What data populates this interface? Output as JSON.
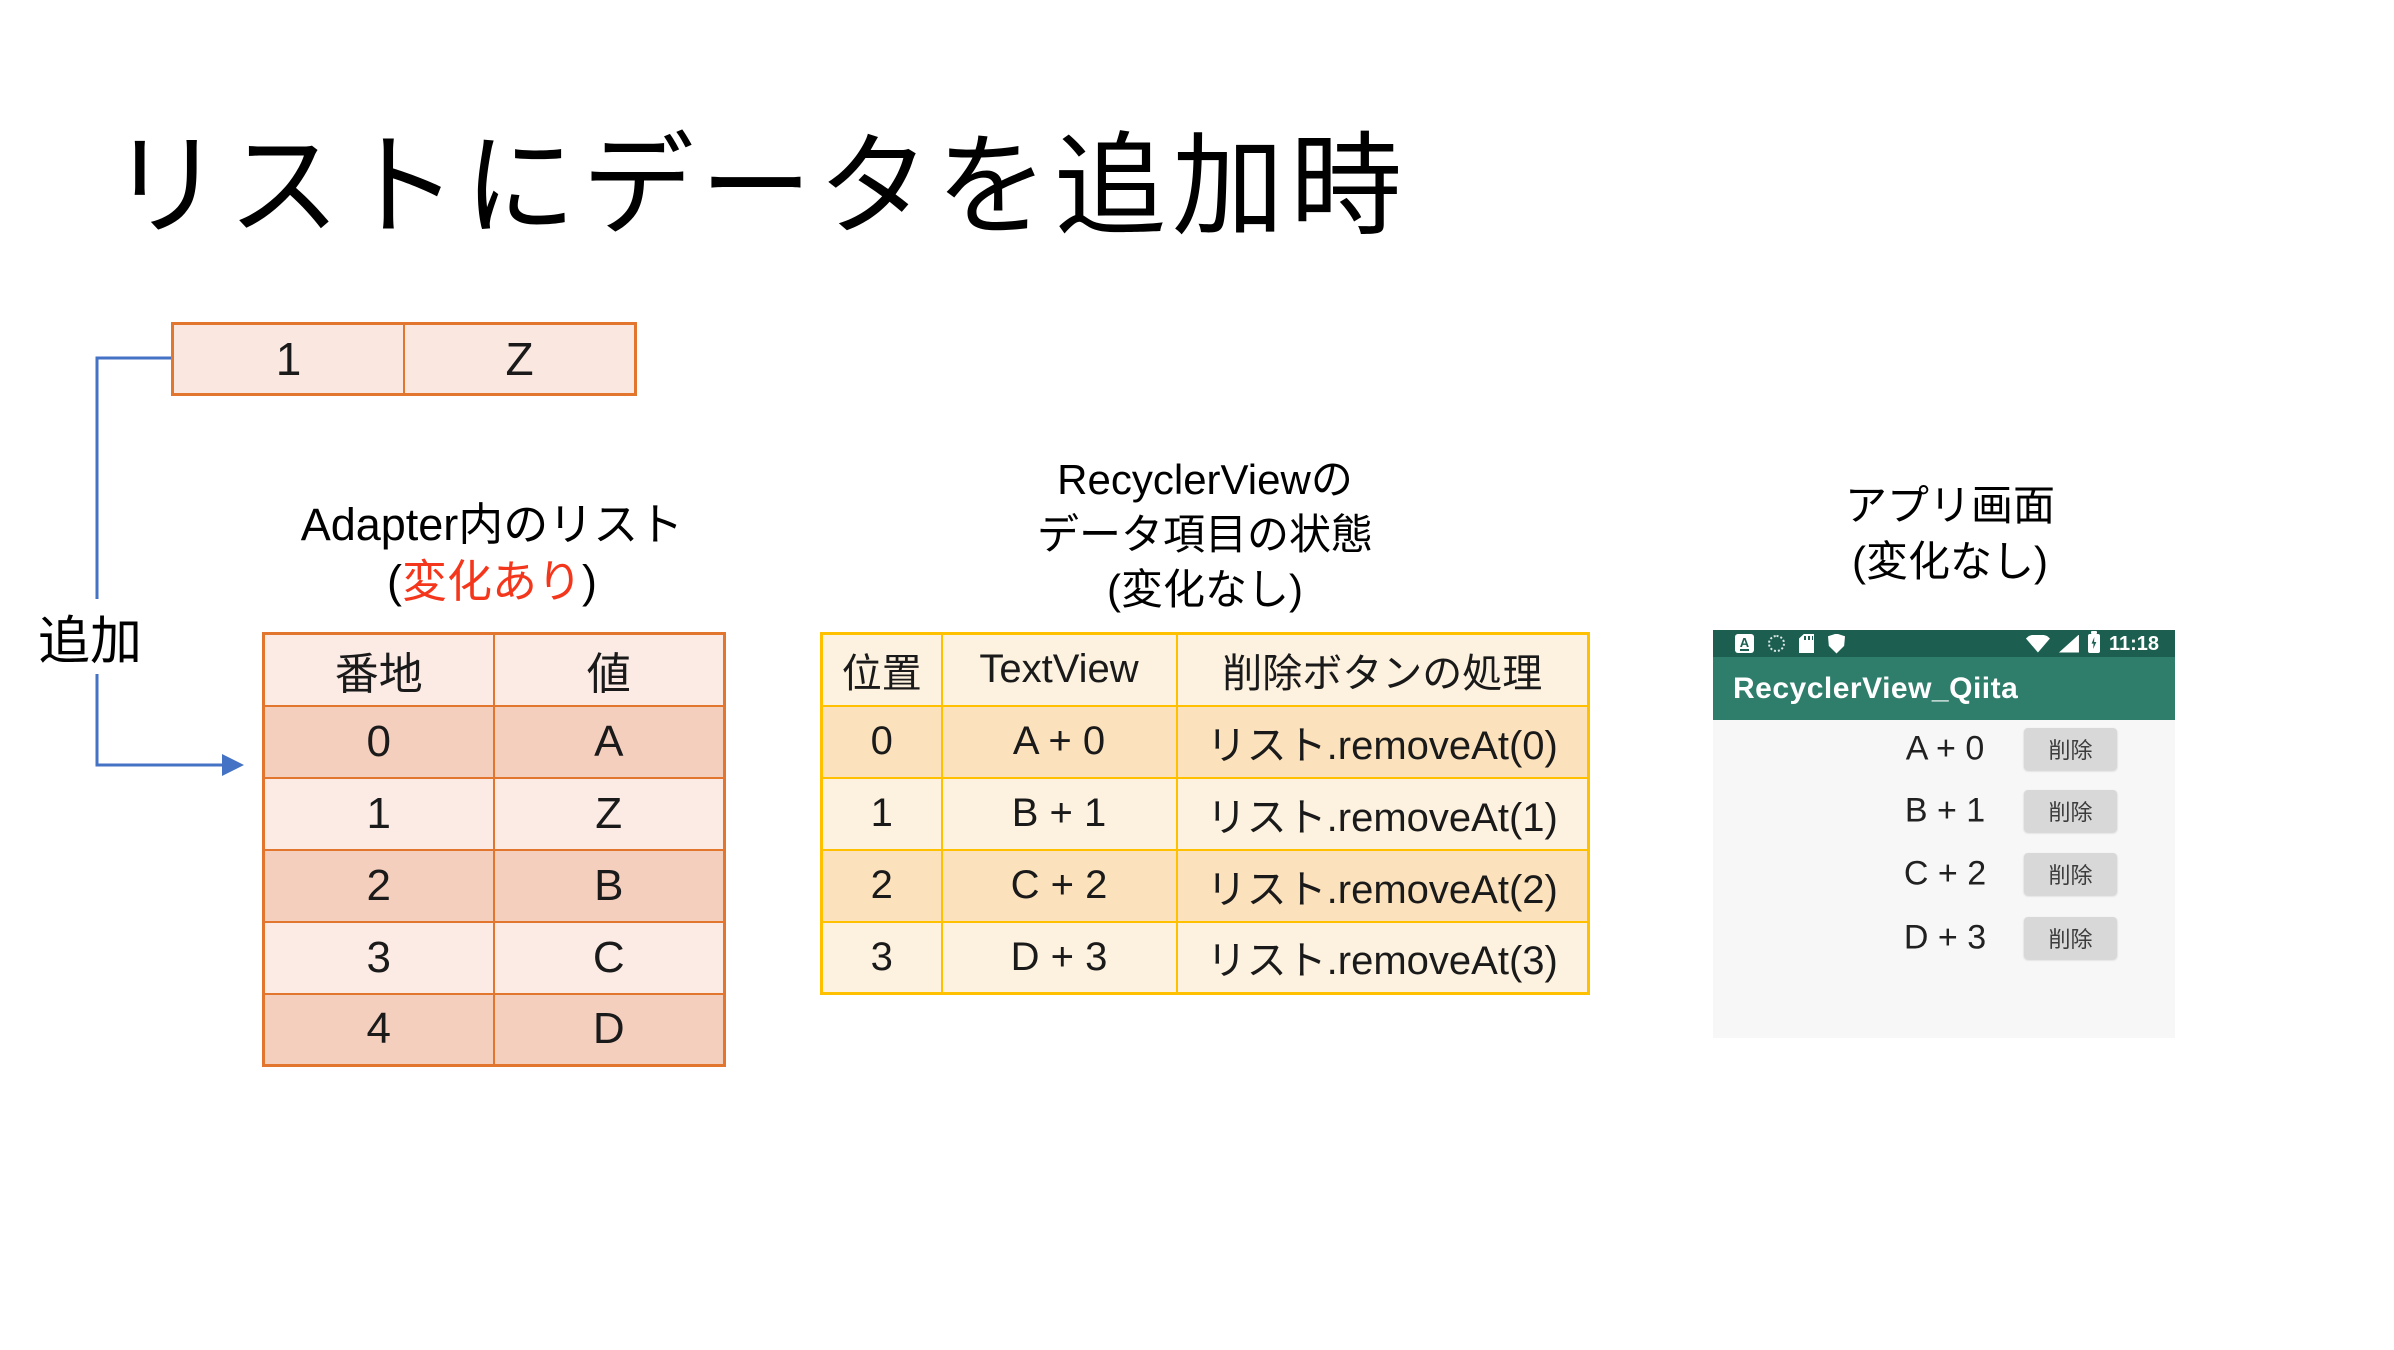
{
  "slide": {
    "title": "リストにデータを追加時",
    "add_label": "追加"
  },
  "inserted_item": {
    "cells": [
      "1",
      "Z"
    ]
  },
  "adapter_section": {
    "heading_line1": "Adapter内のリスト",
    "heading_change_prefix": "(",
    "heading_change_text": "変化あり",
    "heading_change_suffix": ")",
    "table": {
      "headers": [
        "番地",
        "値"
      ],
      "rows": [
        [
          "0",
          "A"
        ],
        [
          "1",
          "Z"
        ],
        [
          "2",
          "B"
        ],
        [
          "3",
          "C"
        ],
        [
          "4",
          "D"
        ]
      ]
    }
  },
  "recycler_section": {
    "heading_line1": "RecyclerViewの",
    "heading_line2": "データ項目の状態",
    "heading_line3": "(変化なし)",
    "table": {
      "headers": [
        "位置",
        "TextView",
        "削除ボタンの処理"
      ],
      "rows": [
        [
          "0",
          "A + 0",
          "リスト.removeAt(0)"
        ],
        [
          "1",
          "B + 1",
          "リスト.removeAt(1)"
        ],
        [
          "2",
          "C + 2",
          "リスト.removeAt(2)"
        ],
        [
          "3",
          "D + 3",
          "リスト.removeAt(3)"
        ]
      ]
    }
  },
  "app_section": {
    "heading_line1": "アプリ画面",
    "heading_line2": "(変化なし)",
    "status_bar": {
      "time": "11:18"
    },
    "toolbar_title": "RecyclerView_Qiita",
    "list_items": [
      {
        "label": "A + 0",
        "button": "削除"
      },
      {
        "label": "B + 1",
        "button": "削除"
      },
      {
        "label": "C + 2",
        "button": "削除"
      },
      {
        "label": "D + 3",
        "button": "削除"
      }
    ]
  },
  "colors": {
    "orange_border": "#E2762E",
    "orange_fill_light": "#FBEBE4",
    "orange_fill_dark": "#F5CFBE",
    "gold_border": "#FFC000",
    "gold_fill_light": "#FDF2DF",
    "gold_fill_dark": "#FBE2BD",
    "arrow_blue": "#4472C4",
    "red_highlight": "#F4371C",
    "statusbar_teal": "#1C5F51",
    "toolbar_teal": "#2F7D6B",
    "app_content_bg": "#F7F7F7",
    "button_gray": "#D8D8D8"
  }
}
